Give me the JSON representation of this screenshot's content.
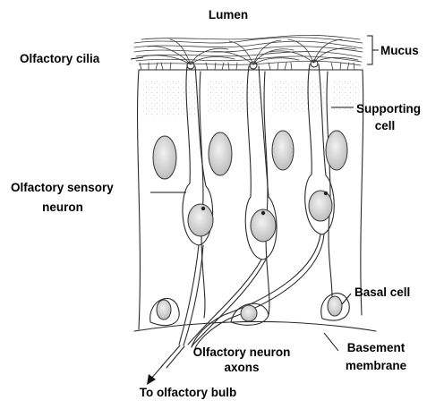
{
  "labels": {
    "lumen": "Lumen",
    "mucus": "Mucus",
    "olfactory_cilia": "Olfactory cilia",
    "supporting_cell_line1": "Supporting",
    "supporting_cell_line2": "cell",
    "sensory_neuron_line1": "Olfactory sensory",
    "sensory_neuron_line2": "neuron",
    "basal_cell": "Basal cell",
    "neuron_axons_line1": "Olfactory neuron",
    "neuron_axons_line2": "axons",
    "basement_membrane_line1": "Basement",
    "basement_membrane_line2": "membrane",
    "to_olfactory_bulb": "To olfactory bulb"
  },
  "colors": {
    "ink": "#2a2a2a",
    "nucleus_fill": "#d8d8d8",
    "neuron_nucleus_fill": "#cfcfcf",
    "background": "#ffffff"
  }
}
